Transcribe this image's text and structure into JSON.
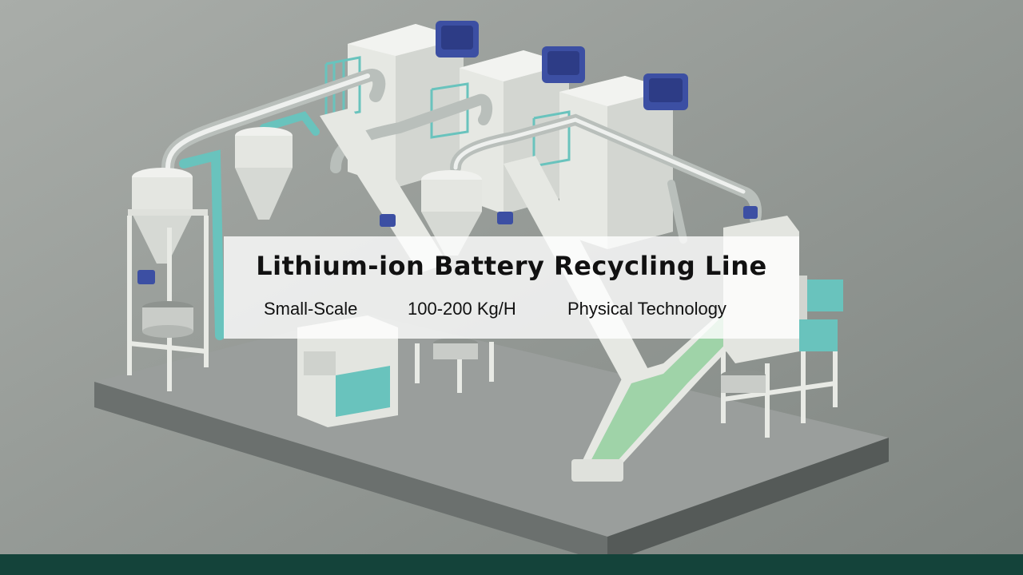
{
  "banner": {
    "title": "Lithium-ion Battery Recycling Line",
    "tags": [
      "Small-Scale",
      "100-200 Kg/H",
      "Physical Technology"
    ]
  },
  "colors": {
    "background": "#8f9592",
    "platform_top": "#9a9e9c",
    "platform_side": "#5f6462",
    "machine_white": "#e9ebe6",
    "pipe_silver": "#c7ccc9",
    "teal_accent": "#69c3bd",
    "fan_blue": "#3c4fa3",
    "conveyor_green": "#9fd3a8",
    "footer_bar": "#14433a"
  },
  "icons": [
    "fan-blower-icon",
    "cyclone-separator-icon",
    "conveyor-belt-icon"
  ]
}
